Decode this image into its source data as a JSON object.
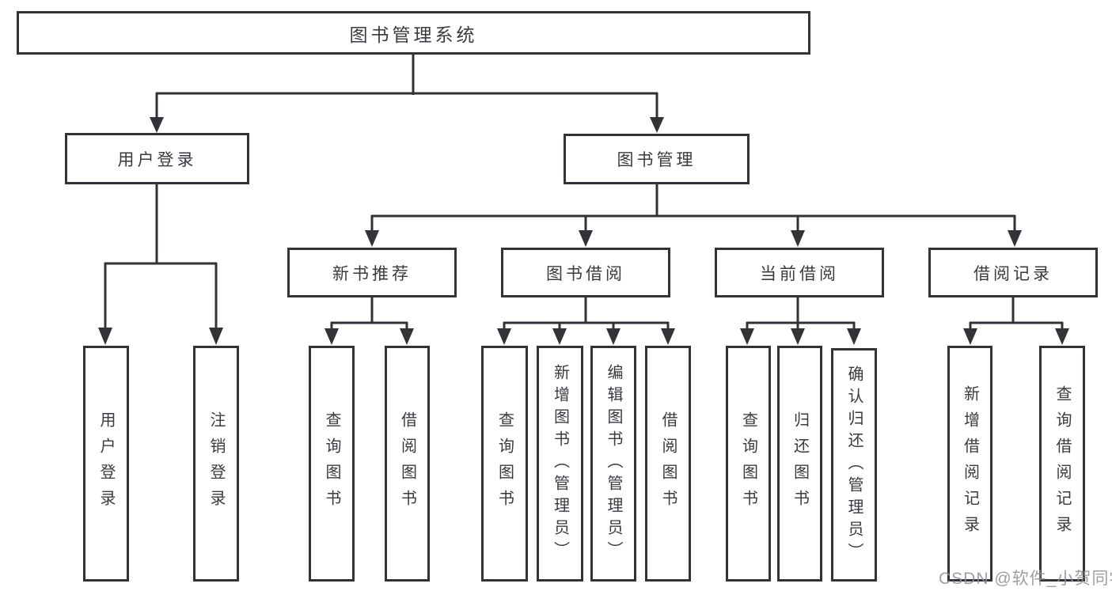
{
  "colors": {
    "line": "#333238",
    "text": "#3a3a40",
    "background": "#ffffff",
    "watermark": "#8f8f94"
  },
  "watermark": {
    "text": "CSDN @软件_小贺同学"
  },
  "tree": {
    "label": "图书管理系统",
    "children": [
      {
        "label": "用户登录",
        "children": [
          {
            "label": "用户登录"
          },
          {
            "label": "注销登录"
          }
        ]
      },
      {
        "label": "图书管理",
        "children": [
          {
            "label": "新书推荐",
            "children": [
              {
                "label": "查询图书"
              },
              {
                "label": "借阅图书"
              }
            ]
          },
          {
            "label": "图书借阅",
            "children": [
              {
                "label": "查询图书"
              },
              {
                "label": "新增图书（管理员）"
              },
              {
                "label": "编辑图书（管理员）"
              },
              {
                "label": "借阅图书"
              }
            ]
          },
          {
            "label": "当前借阅",
            "children": [
              {
                "label": "查询图书"
              },
              {
                "label": "归还图书"
              },
              {
                "label": "确认归还（管理员）"
              }
            ]
          },
          {
            "label": "借阅记录",
            "children": [
              {
                "label": "新增借阅记录"
              },
              {
                "label": "查询借阅记录"
              }
            ]
          }
        ]
      }
    ]
  }
}
